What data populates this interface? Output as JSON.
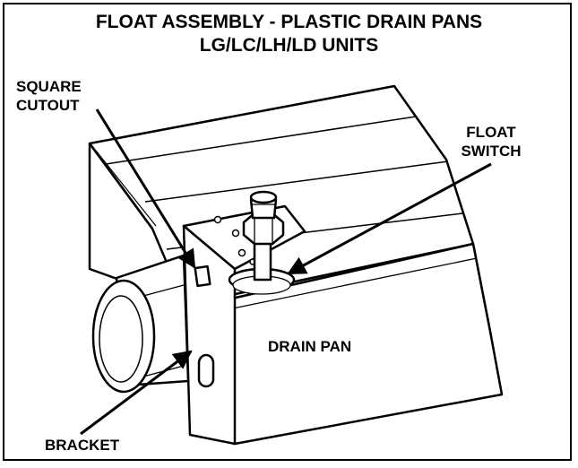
{
  "title": {
    "line1": "FLOAT ASSEMBLY - PLASTIC DRAIN PANS",
    "line2": "LG/LC/LH/LD UNITS"
  },
  "labels": {
    "square_cutout_line1": "SQUARE",
    "square_cutout_line2": "CUTOUT",
    "float_switch_line1": "FLOAT",
    "float_switch_line2": "SWITCH",
    "drain_pan": "DRAIN PAN",
    "bracket": "BRACKET"
  }
}
